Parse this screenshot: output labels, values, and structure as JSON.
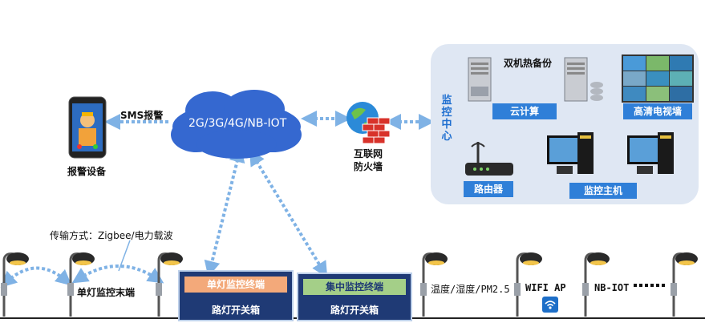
{
  "cloud": {
    "label": "2G/3G/4G/NB-IOT"
  },
  "alarm": {
    "sms_label": "SMS报警",
    "device_label": "报警设备"
  },
  "firewall": {
    "line1": "互联网",
    "line2": "防火墙"
  },
  "monitor_center": {
    "title": "监控中心",
    "hot_backup": "双机热备份",
    "cloud_compute": "云计算",
    "hd_tv_wall": "高清电视墙",
    "router": "路由器",
    "host": "监控主机"
  },
  "transmission": {
    "label": "传输方式：Zigbee/电力载波"
  },
  "single_lamp_terminal": "单灯监控末端",
  "boxes": [
    {
      "title": "单灯监控终端",
      "sub": "路灯开关箱"
    },
    {
      "title": "集中监控终端",
      "sub": "路灯开关箱"
    }
  ],
  "sensors": {
    "env": "温度/湿度/PM2.5",
    "wifi": "WIFI AP",
    "nbiot": "NB-IOT"
  },
  "colors": {
    "dash_blue": "#7fb2e5",
    "cloud": "#3568d0",
    "box_navy": "#1f3a75",
    "tag_blue": "#2f7fd8",
    "orange": "#f3a97a",
    "green": "#a4cf88"
  }
}
